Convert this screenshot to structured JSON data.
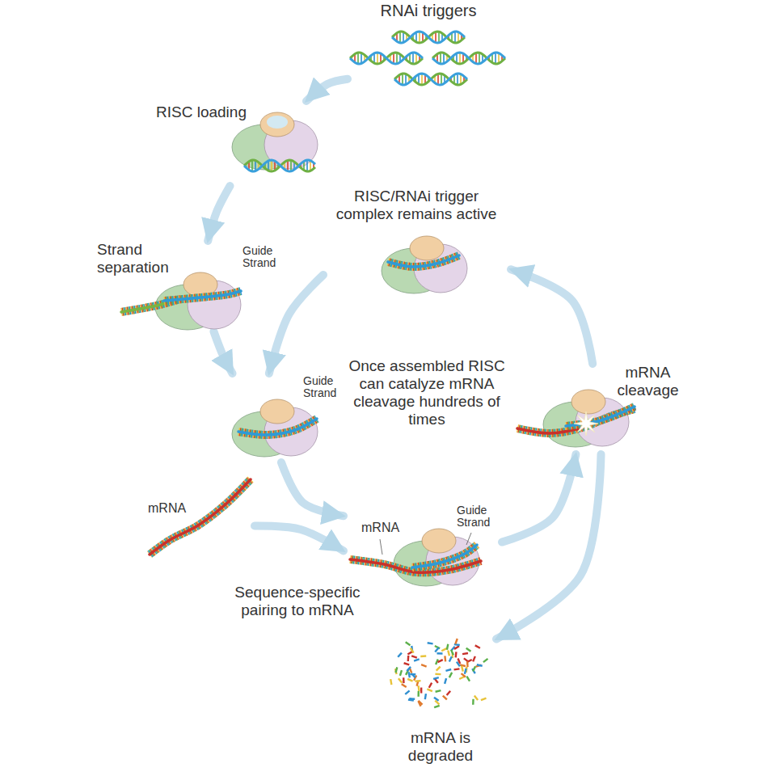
{
  "diagram": {
    "nodes": [
      {
        "text": [
          "RNAi triggers"
        ]
      },
      {
        "text": [
          "RISC loading"
        ]
      },
      {
        "text": [
          "RISC/RNAi trigger complex remains active"
        ]
      },
      {
        "text": [
          "Strand separation",
          "Guide Strand"
        ]
      },
      {
        "text": [
          "Guide Strand"
        ]
      },
      {
        "text": [
          "mRNA cleavage"
        ]
      },
      {
        "text": [
          "mRNA"
        ]
      },
      {
        "text": [
          "mRNA",
          "Guide Strand"
        ]
      },
      {
        "text": [
          "mRNA is degraded"
        ]
      }
    ],
    "edges": [
      {
        "from": 0,
        "to": 1,
        "arrow": "to"
      },
      {
        "from": 1,
        "to": 3,
        "arrow": "to"
      },
      {
        "from": 3,
        "to": 4,
        "arrow": "to"
      },
      {
        "from": 4,
        "to": 7,
        "arrow": "to"
      },
      {
        "from": 6,
        "to": 7,
        "arrow": "to"
      },
      {
        "from": 7,
        "to": 5,
        "arrow": "to"
      },
      {
        "from": 5,
        "to": 2,
        "arrow": "to"
      },
      {
        "from": 2,
        "to": 4,
        "arrow": "to"
      },
      {
        "from": 5,
        "to": 8,
        "arrow": "to"
      }
    ],
    "labels": [
      "Once assembled RISC can catalyze mRNA cleavage hundreds of times",
      "Sequence-specific pairing to mRNA"
    ]
  }
}
